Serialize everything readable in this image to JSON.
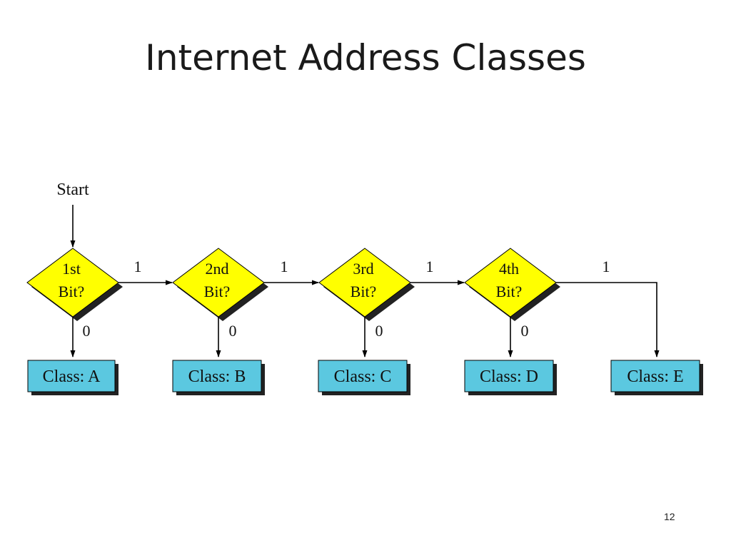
{
  "slide": {
    "title": "Internet Address Classes",
    "page_number": "12"
  },
  "diagram": {
    "start_label": "Start",
    "decisions": [
      {
        "line1": "1st",
        "line2": "Bit?"
      },
      {
        "line1": "2nd",
        "line2": "Bit?"
      },
      {
        "line1": "3rd",
        "line2": "Bit?"
      },
      {
        "line1": "4th",
        "line2": "Bit?"
      }
    ],
    "classes": [
      "Class: A",
      "Class: B",
      "Class: C",
      "Class: D",
      "Class: E"
    ],
    "branch_labels": {
      "yes": "1",
      "no": "0"
    },
    "colors": {
      "decision_fill": "#ffff00",
      "class_fill": "#5bc8e0",
      "shadow": "#222222",
      "line": "#000000"
    }
  }
}
